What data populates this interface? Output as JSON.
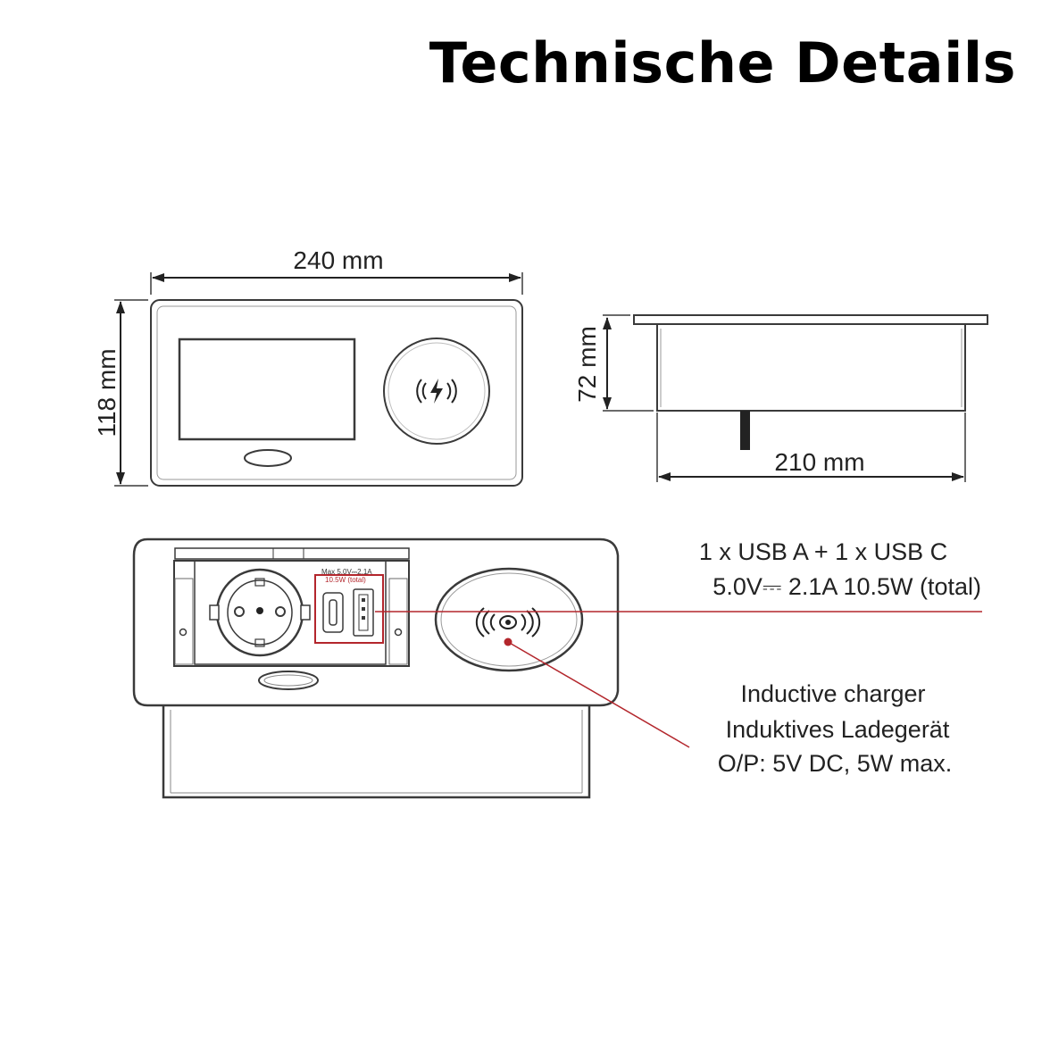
{
  "title": "Technische Details",
  "dimensions": {
    "width": "240 mm",
    "height": "118 mm",
    "depth": "72 mm",
    "inner_width": "210 mm"
  },
  "usb_label": {
    "line1": "1 x USB A + 1 x USB C",
    "line2": "5.0V⎓ 2.1A  10.5W (total)"
  },
  "usb_panel_print": {
    "line1": "Max 5.0V⎓2.1A",
    "line2": "10.5W (total)"
  },
  "charger_label": {
    "line1": "Inductive charger",
    "line2": "Induktives Ladegerät",
    "line3": "O/P: 5V DC, 5W max."
  },
  "colors": {
    "line": "#3a3a3a",
    "callout": "#b3262c",
    "text": "#222222"
  },
  "icons": [
    "wireless-charging-icon",
    "wireless-signal-icon",
    "usb-c-port-icon",
    "usb-a-port-icon",
    "schuko-socket-icon"
  ]
}
